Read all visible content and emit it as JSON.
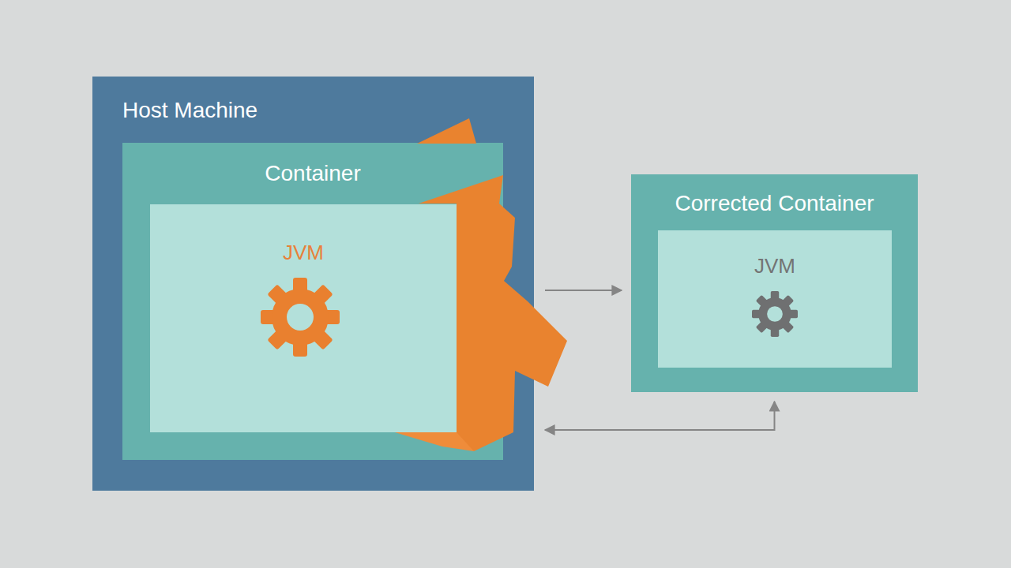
{
  "diagram": {
    "nodes": [
      {
        "text": [
          "Host Machine"
        ]
      },
      {
        "text": [
          "Container"
        ],
        "in": 0
      },
      {
        "text": [
          "JVM"
        ],
        "in": 1
      },
      {
        "text": [
          "Corrected Container"
        ]
      },
      {
        "text": [
          "JVM"
        ],
        "in": 3
      }
    ],
    "edges": [
      {
        "from": 0,
        "to": 3,
        "arrow": "to"
      },
      {
        "from": 0,
        "to": 3,
        "arrow": "both"
      }
    ]
  }
}
